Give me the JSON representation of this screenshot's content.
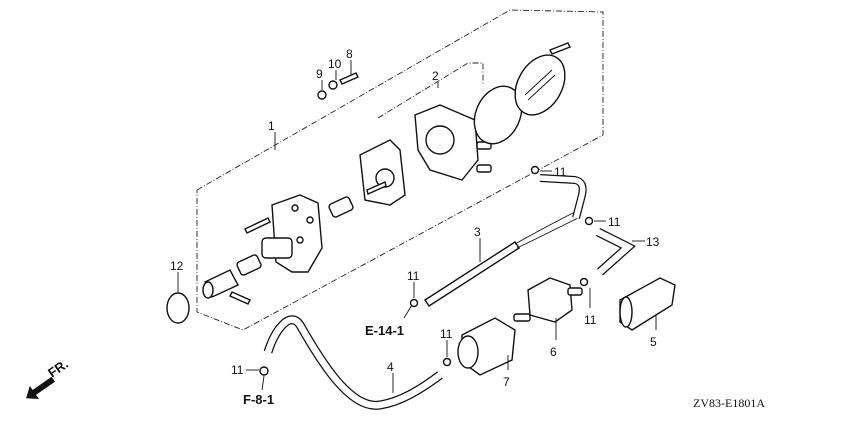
{
  "diagram": {
    "callouts": {
      "c1": "1",
      "c2": "2",
      "c3": "3",
      "c4": "4",
      "c5": "5",
      "c6": "6",
      "c7": "7",
      "c8": "8",
      "c9": "9",
      "c10": "10",
      "c11": "11",
      "c12": "12",
      "c13": "13"
    },
    "references": {
      "e14": "E-14-1",
      "f8": "F-8-1"
    },
    "direction_label": "FR.",
    "diagram_code": "ZV83-E1801A"
  }
}
